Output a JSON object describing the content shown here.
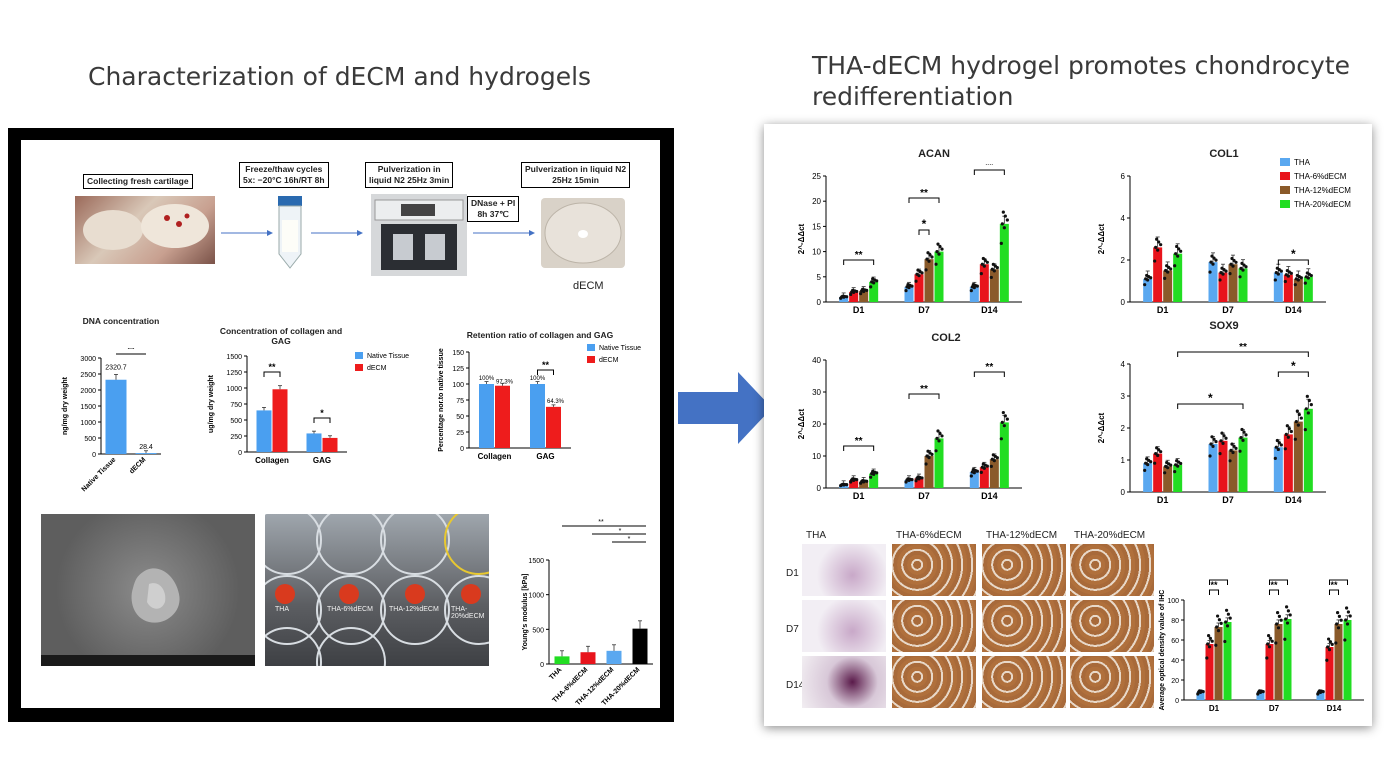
{
  "titles": {
    "left": "Characterization of dECM and hydrogels",
    "right": "THA-dECM hydrogel promotes chondrocyte redifferentiation"
  },
  "process": {
    "steps": [
      "Collecting fresh cartilage",
      "Freeze/thaw cycles\n5x: −20°C 16h/RT 8h",
      "Pulverization in\nliquid N2 25Hz 3min",
      "Pulverization in liquid N2\n25Hz 15min"
    ],
    "dnase": "DNase + PI\n8h 37℃",
    "decm_label": "dECM"
  },
  "colors": {
    "native": "#4a9ff0",
    "decm": "#ee1c1c",
    "tha": "#5aa8f0",
    "tha6": "#e8141c",
    "tha12": "#8a5a2a",
    "tha20": "#22dd22",
    "arrow": "#4472c4"
  },
  "chart_data": [
    {
      "id": "dna",
      "type": "bar",
      "title": "DNA concentration",
      "ylabel": "ng/mg dry weight",
      "ylim": [
        0,
        3000
      ],
      "yticks": [
        0,
        500,
        1000,
        1500,
        2000,
        2500,
        3000
      ],
      "categories": [
        "Native Tissue",
        "dECM"
      ],
      "values": [
        2320.7,
        28.4
      ],
      "value_labels": [
        "2320.7",
        "28.4"
      ],
      "significance": [
        "**"
      ]
    },
    {
      "id": "collagen_gag",
      "type": "bar",
      "title": "Concentration of collagen and GAG",
      "ylabel": "ug/mg dry weight",
      "ylim": [
        0,
        1500
      ],
      "yticks": [
        0,
        250,
        500,
        750,
        1000,
        1250,
        1500
      ],
      "categories": [
        "Collagen",
        "GAG"
      ],
      "series": [
        {
          "name": "Native Tissue",
          "values": [
            650,
            290
          ]
        },
        {
          "name": "dECM",
          "values": [
            980,
            220
          ]
        }
      ],
      "significance": [
        "**",
        "*"
      ]
    },
    {
      "id": "retention",
      "type": "bar",
      "title": "Retention ratio of collagen and GAG",
      "ylabel": "Percentage nor.to native tissue",
      "ylim": [
        0,
        150
      ],
      "yticks": [
        0,
        25,
        50,
        75,
        100,
        125,
        150
      ],
      "categories": [
        "Collagen",
        "GAG"
      ],
      "series": [
        {
          "name": "Native Tissue",
          "values": [
            100,
            100
          ]
        },
        {
          "name": "dECM",
          "values": [
            97.3,
            64.3
          ]
        }
      ],
      "value_labels": [
        "100%",
        "97.3%",
        "100%",
        "64.3%"
      ],
      "significance": [
        "**"
      ]
    },
    {
      "id": "youngs",
      "type": "bar",
      "title": "",
      "ylabel": "Young's modulus [kPa]",
      "ylim": [
        0,
        1500
      ],
      "yticks": [
        0,
        500,
        1000,
        1500
      ],
      "categories": [
        "THA",
        "THA-6%dECM",
        "THA-12%dECM",
        "THA-20%dECM"
      ],
      "values": [
        110,
        170,
        190,
        510
      ],
      "significance": [
        "**",
        "*",
        "*"
      ]
    },
    {
      "id": "acan",
      "type": "bar",
      "title": "ACAN",
      "ylabel": "2^-ΔΔct",
      "ylim": [
        0,
        25
      ],
      "yticks": [
        0,
        5,
        10,
        15,
        20,
        25
      ],
      "categories": [
        "D1",
        "D7",
        "D14"
      ],
      "series": [
        {
          "name": "THA",
          "values": [
            1.0,
            3.0,
            3.0
          ]
        },
        {
          "name": "THA-6%dECM",
          "values": [
            2.0,
            5.5,
            7.5
          ]
        },
        {
          "name": "THA-12%dECM",
          "values": [
            2.2,
            8.5,
            6.5
          ]
        },
        {
          "name": "THA-20%dECM",
          "values": [
            4.0,
            10.0,
            15.5
          ]
        }
      ],
      "significance": [
        "**",
        "**",
        "*",
        "**"
      ]
    },
    {
      "id": "col1",
      "type": "bar",
      "title": "COL1",
      "ylabel": "2^-ΔΔct",
      "ylim": [
        0,
        6
      ],
      "yticks": [
        0,
        2,
        4,
        6
      ],
      "categories": [
        "D1",
        "D7",
        "D14"
      ],
      "series": [
        {
          "name": "THA",
          "values": [
            1.1,
            1.9,
            1.4
          ]
        },
        {
          "name": "THA-6%dECM",
          "values": [
            2.6,
            1.4,
            1.3
          ]
        },
        {
          "name": "THA-12%dECM",
          "values": [
            1.5,
            1.8,
            1.1
          ]
        },
        {
          "name": "THA-20%dECM",
          "values": [
            2.3,
            1.6,
            1.2
          ]
        }
      ],
      "significance": [
        "*"
      ]
    },
    {
      "id": "col2",
      "type": "bar",
      "title": "COL2",
      "ylabel": "2^-ΔΔct",
      "ylim": [
        0,
        40
      ],
      "yticks": [
        0,
        10,
        20,
        30,
        40
      ],
      "categories": [
        "D1",
        "D7",
        "D14"
      ],
      "series": [
        {
          "name": "THA",
          "values": [
            1.0,
            2.5,
            5.0
          ]
        },
        {
          "name": "THA-6%dECM",
          "values": [
            2.5,
            3.0,
            6.5
          ]
        },
        {
          "name": "THA-12%dECM",
          "values": [
            2.0,
            10.0,
            9.0
          ]
        },
        {
          "name": "THA-20%dECM",
          "values": [
            4.5,
            15.5,
            20.5
          ]
        }
      ],
      "significance": [
        "**",
        "**",
        "**"
      ]
    },
    {
      "id": "sox9",
      "type": "bar",
      "title": "SOX9",
      "ylabel": "2^-ΔΔct",
      "ylim": [
        0,
        4
      ],
      "yticks": [
        0,
        1,
        2,
        3,
        4
      ],
      "categories": [
        "D1",
        "D7",
        "D14"
      ],
      "series": [
        {
          "name": "THA",
          "values": [
            0.9,
            1.5,
            1.4
          ]
        },
        {
          "name": "THA-6%dECM",
          "values": [
            1.2,
            1.6,
            1.8
          ]
        },
        {
          "name": "THA-12%dECM",
          "values": [
            0.8,
            1.3,
            2.2
          ]
        },
        {
          "name": "THA-20%dECM",
          "values": [
            0.85,
            1.7,
            2.6
          ]
        }
      ],
      "significance": [
        "**",
        "*",
        "*"
      ]
    },
    {
      "id": "ihc",
      "type": "bar",
      "title": "",
      "ylabel": "Average optical density value of IHC",
      "ylim": [
        0,
        100
      ],
      "yticks": [
        0,
        20,
        40,
        60,
        80,
        100
      ],
      "categories": [
        "D1",
        "D7",
        "D14"
      ],
      "series": [
        {
          "name": "THA",
          "values": [
            8,
            8,
            8
          ]
        },
        {
          "name": "THA-6%dECM",
          "values": [
            56,
            56,
            53
          ]
        },
        {
          "name": "THA-12%dECM",
          "values": [
            73,
            76,
            76
          ]
        },
        {
          "name": "THA-20%dECM",
          "values": [
            78,
            81,
            80
          ]
        }
      ],
      "significance": [
        "*",
        "**",
        "*",
        "**",
        "**",
        "**"
      ]
    }
  ],
  "legend_left": [
    "Native Tissue",
    "dECM"
  ],
  "legend_right": [
    "THA",
    "THA-6%dECM",
    "THA-12%dECM",
    "THA-20%dECM"
  ],
  "well_labels": [
    "THA",
    "THA-6%dECM",
    "THA-12%dECM",
    "THA-20%dECM"
  ],
  "ihc": {
    "columns": [
      "THA",
      "THA-6%dECM",
      "THA-12%dECM",
      "THA-20%dECM"
    ],
    "rows": [
      "D1",
      "D7",
      "D14"
    ]
  }
}
